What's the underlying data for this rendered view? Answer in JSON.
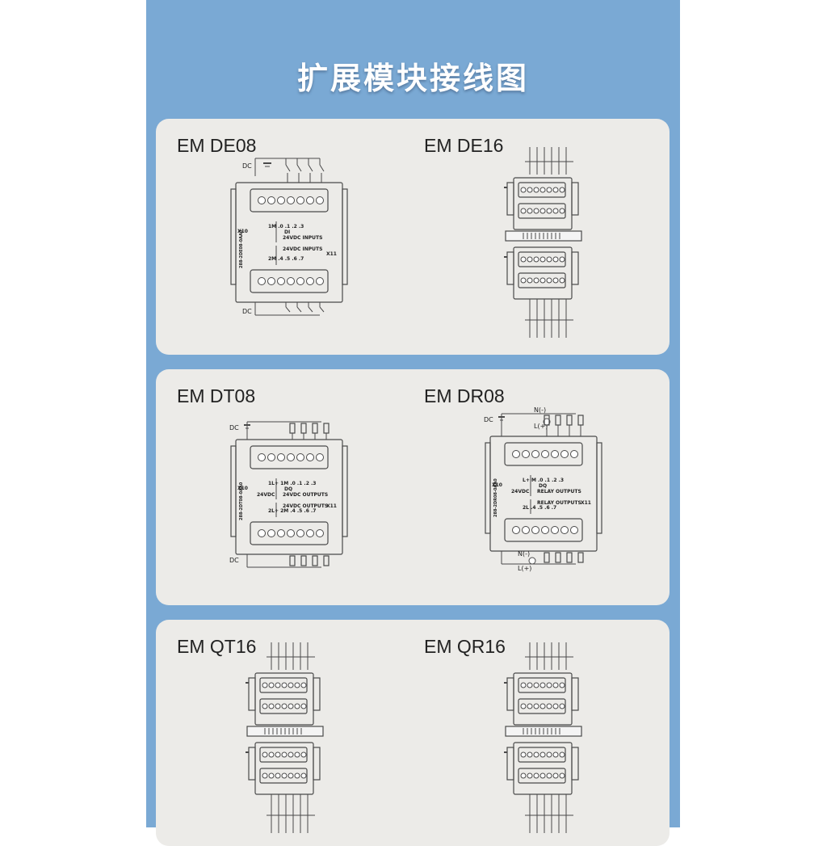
{
  "page": {
    "title": "扩展模块接线图"
  },
  "modules": [
    {
      "name": "EM DE08",
      "kind": "large-input",
      "labels": {
        "dc": "DC",
        "x10": "X10",
        "x11": "X11",
        "di": "DI",
        "row1": "1M .0 .1 .2 .3",
        "banner1": "24VDC INPUTS",
        "banner2": "24VDC INPUTS",
        "row2": "2M .4 .5 .6 .7",
        "part": "288-2DE08-0AA0"
      }
    },
    {
      "name": "EM DE16",
      "kind": "small-double"
    },
    {
      "name": "EM DT08",
      "kind": "large-output",
      "labels": {
        "dc": "DC",
        "x10": "X10",
        "x11": "X11",
        "dq": "DQ",
        "row1": "1L+ 1M .0 .1 .2 .3",
        "banner1": "24VDC OUTPUTS",
        "left1": "24VDC",
        "banner2": "24VDC OUTPUTS",
        "row2": "2L+ 2M .4 .5 .6 .7",
        "part": "288-2DT08-0AA0"
      }
    },
    {
      "name": "EM DR08",
      "kind": "large-relay",
      "labels": {
        "dc": "DC",
        "x10": "X10",
        "x11": "X11",
        "dq": "DQ",
        "n": "N(-)",
        "l": "L(+)",
        "row1": "L+ M .0 .1 .2 .3",
        "banner1": "RELAY OUTPUTS",
        "left1": "24VDC",
        "banner2": "RELAY OUTPUTS",
        "row2": "2L .4 .5 .6 .7",
        "part": "288-2DR08-0AA0"
      }
    },
    {
      "name": "EM QT16",
      "kind": "small-double"
    },
    {
      "name": "EM QR16",
      "kind": "small-double"
    }
  ]
}
